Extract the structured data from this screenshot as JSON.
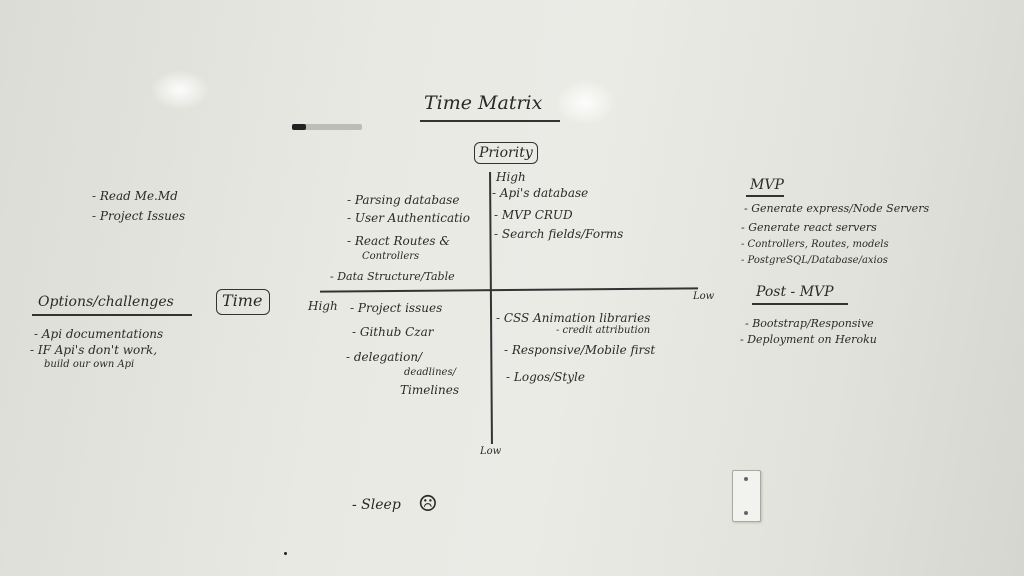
{
  "title": "Time Matrix",
  "priority_label": "Priority",
  "time_label": "Time",
  "axis": {
    "v_high": "High",
    "v_low": "Low",
    "h_high": "High",
    "h_low": "Low"
  },
  "left_top": [
    "- Read Me.Md",
    "- Project Issues"
  ],
  "options": {
    "heading": "Options/challenges",
    "items": [
      "- Api documentations",
      "- IF Api's don't work,",
      "build our own Api"
    ]
  },
  "quad_top_left": [
    "- Parsing database",
    "- User Authenticatio",
    "- React Routes &",
    "Controllers",
    "- Data Structure/Table"
  ],
  "quad_top_right": [
    "- Api's database",
    "- MVP CRUD",
    "- Search fields/Forms"
  ],
  "quad_bottom_left": [
    "- Project issues",
    "- Github Czar",
    "- delegation/",
    "deadlines/",
    "Timelines"
  ],
  "quad_bottom_right": [
    "- CSS Animation libraries",
    "- credit attribution",
    "- Responsive/Mobile first",
    "- Logos/Style"
  ],
  "sleep": "- Sleep",
  "sad_face": "☹",
  "mvp": {
    "heading": "MVP",
    "items": [
      "- Generate express/Node Servers",
      "- Generate react servers",
      "- Controllers, Routes, models",
      "- PostgreSQL/Database/axios"
    ]
  },
  "post_mvp": {
    "heading": "Post - MVP",
    "items": [
      "- Bootstrap/Responsive",
      "- Deployment on Heroku"
    ]
  }
}
